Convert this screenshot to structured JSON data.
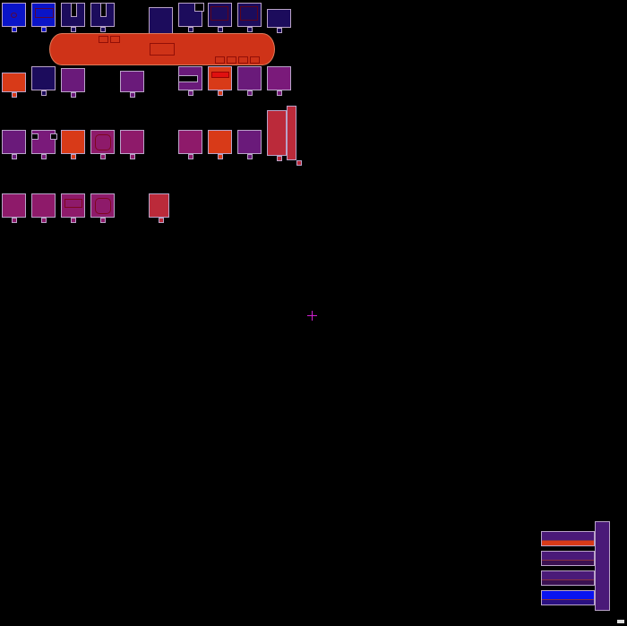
{
  "palette": {
    "background": "#000000",
    "blue": "#0a14c8",
    "navy": "#1c0c5c",
    "purple": "#6a1a7a",
    "magenta": "#8e1a6a",
    "orange": "#d83a18",
    "crimson": "#bb2a3a",
    "hull": "#cf3318",
    "crosshair": "#d020d0",
    "border": "#b9a3c8"
  },
  "rooms_row1": [
    "blue",
    "blue",
    "navy",
    "navy",
    "navy",
    "navy",
    "navy",
    "navy",
    "navy"
  ],
  "rooms_row2": [
    "orange",
    "navy",
    "purple",
    "purple",
    "purple",
    "orange",
    "purple",
    "purple"
  ],
  "rooms_row3": [
    "purple",
    "purple",
    "orange",
    "magenta",
    "magenta",
    "magenta",
    "orange",
    "purple",
    "crimson"
  ],
  "rooms_row4": [
    "magenta",
    "magenta",
    "magenta",
    "magenta",
    "crimson"
  ],
  "ship_bays": [
    "purple",
    "purple",
    "purple",
    "blue"
  ]
}
